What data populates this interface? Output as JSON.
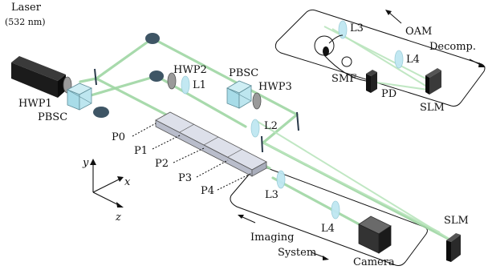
{
  "components": {
    "laser": "Laser",
    "laser_wavelength": "(532 nm)",
    "hwp1": "HWP1",
    "hwp2": "HWP2",
    "hwp3": "HWP3",
    "pbsc_left": "PBSC",
    "pbsc_right": "PBSC",
    "l1": "L1",
    "l2": "L2",
    "l3_top": "L3",
    "l4_top": "L4",
    "l3_bottom": "L3",
    "l4_bottom": "L4",
    "smf": "SMF",
    "pd": "PD",
    "slm_top": "SLM",
    "slm_bottom": "SLM",
    "camera": "Camera"
  },
  "planes": [
    "P0",
    "P1",
    "P2",
    "P3",
    "P4"
  ],
  "modules": {
    "oam_line1": "OAM",
    "oam_line2": "Decomp.",
    "imaging_line1": "Imaging",
    "imaging_line2": "System"
  },
  "axes": {
    "y": "y",
    "x": "x",
    "z": "z"
  },
  "colors": {
    "beam": "#9fd6a3",
    "lens": "#bfe7f2",
    "cube": "#a8dce8",
    "crystal": "#c4c8d6"
  }
}
